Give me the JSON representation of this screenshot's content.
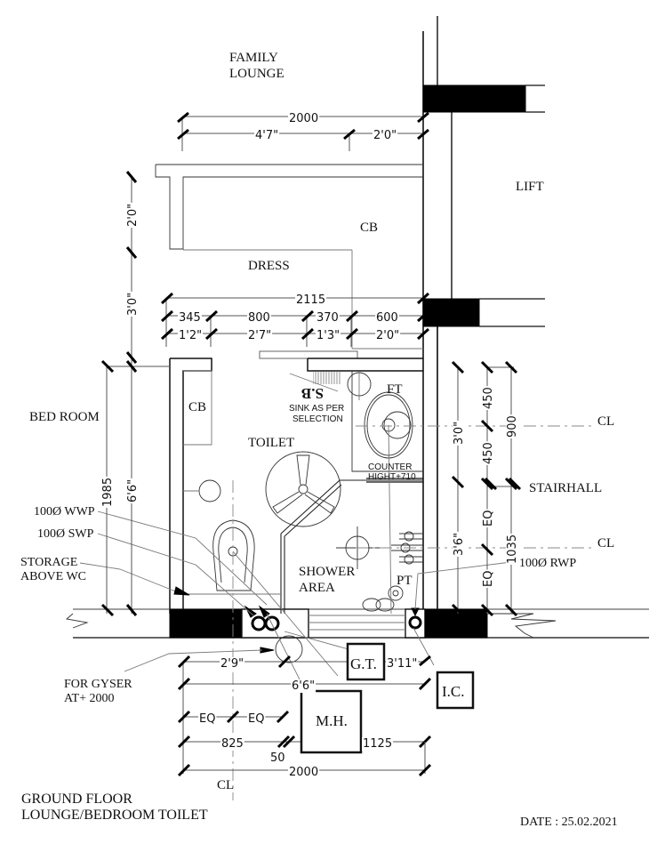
{
  "drawing": {
    "title_line1": "GROUND FLOOR",
    "title_line2": "LOUNGE/BEDROOM TOILET",
    "date": "DATE : 25.02.2021"
  },
  "rooms": {
    "family_lounge_1": "FAMILY",
    "family_lounge_2": "LOUNGE",
    "lift": "LIFT",
    "cb_top": "CB",
    "dress": "DRESS",
    "bed_room": "BED ROOM",
    "cb_toilet": "CB",
    "toilet": "TOILET",
    "stairhall": "STAIRHALL",
    "shower_1": "SHOWER",
    "shower_2": "AREA"
  },
  "fixtures": {
    "sb": "S.B",
    "sink_note_1": "SINK AS PER",
    "sink_note_2": "SELECTION",
    "ft": "FT",
    "counter_1": "COUNTER",
    "counter_2": "HIGHT+710",
    "pt": "PT",
    "gt": "G.T.",
    "ic": "I.C.",
    "mh": "M.H."
  },
  "notes": {
    "wwp": "100Ø WWP",
    "swp": "100Ø SWP",
    "storage_1": "STORAGE",
    "storage_2": "ABOVE WC",
    "rwp": "100Ø RWP",
    "gyser_1": "FOR GYSER",
    "gyser_2": "AT+ 2000",
    "cl_right_1": "CL",
    "cl_right_2": "CL",
    "cl_bottom": "CL"
  },
  "dimensions": {
    "top_total": "2000",
    "top_left": "4'7\"",
    "top_right": "2'0\"",
    "left_upper": "2'0\"",
    "left_lower": "3'0\"",
    "mid_total": "2115",
    "mid_mm": [
      "345",
      "800",
      "370",
      "600"
    ],
    "mid_ft": [
      "1'2\"",
      "2'7\"",
      "1'3\"",
      "2'0\""
    ],
    "left_1985": "1985",
    "left_6_6": "6'6\"",
    "right_3_0": "3'0\"",
    "right_3_6": "3'6\"",
    "right_450_a": "450",
    "right_450_b": "450",
    "right_eq_a": "EQ",
    "right_eq_b": "EQ",
    "right_900": "900",
    "right_1035": "1035",
    "bottom_2_9": "2'9\"",
    "bottom_3_11": "3'11\"",
    "bottom_6_6": "6'6\"",
    "bottom_eq_a": "EQ",
    "bottom_eq_b": "EQ",
    "bottom_825": "825",
    "bottom_50": "50",
    "bottom_1125": "1125",
    "bottom_total": "2000"
  }
}
